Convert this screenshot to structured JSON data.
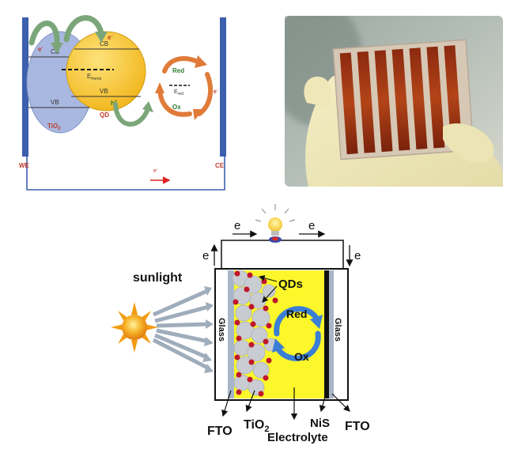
{
  "band_diagram": {
    "labels": {
      "tio2_cb": "CB",
      "tio2_vb": "VB",
      "tio2_name": "TiO",
      "tio2_sub": "2",
      "qd_cb": "CB",
      "qd_vb": "VB",
      "qd_name": "QD",
      "fermi_main": "E",
      "fermi_sub": "Fermi",
      "electron": "e",
      "electron_sup": "-",
      "hole": "h",
      "hole_sup": "+",
      "red": "Red",
      "ox": "Ox",
      "ered_main": "E",
      "ered_sub": "red",
      "we": "WE",
      "ce": "CE"
    },
    "colors": {
      "tio2": "#a9b8e0",
      "qd": "#f7c531",
      "electrode": "#3c5fae",
      "arrow_green": "#7ba67a",
      "arrow_orange": "#e07b39",
      "label_red": "#c0392b",
      "label_green": "#2e7d32"
    }
  },
  "photo": {
    "name": "sensitized solar cell module held in gloved hand"
  },
  "device_schematic": {
    "labels": {
      "sunlight": "sunlight",
      "qds": "QDs",
      "red": "Red",
      "ox": "Ox",
      "glass": "Glass",
      "fto": "FTO",
      "tio2": "TiO",
      "tio2_sub": "2",
      "electrolyte": "Electrolyte",
      "nis": "NiS",
      "electron": "e"
    },
    "colors": {
      "electrolyte": "#fbf72a",
      "sun": "#f39c12",
      "qd_dot": "#c0172c",
      "tio2_particle": "#c9ccd2",
      "glass": "#a7b6c8",
      "swirl": "#3a7fd5"
    }
  }
}
